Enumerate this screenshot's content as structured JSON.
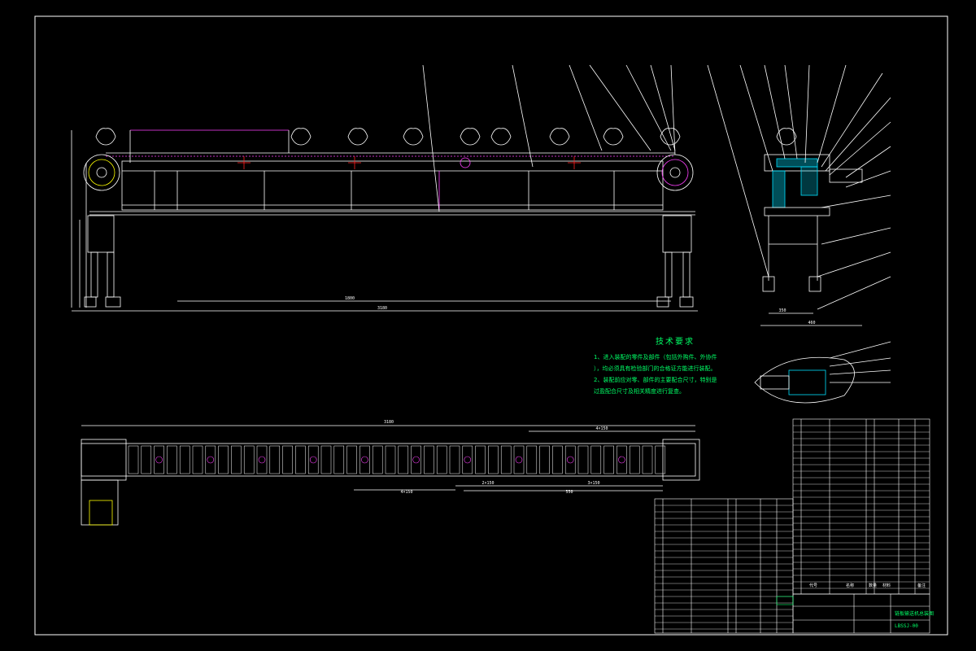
{
  "drawing": {
    "tech_title": "技术要求",
    "tech_notes": [
      "1、进入装配的零件及部件（包括外购件、外协件",
      "），均必须具有检验部门的合格证方能进行装配。",
      "2、装配前应对零、部件的主要配合尺寸，特别是",
      "过盈配合尺寸及相关精度进行复查。"
    ],
    "dims_front": {
      "overall_length": "3180",
      "inner_length": "1800"
    },
    "dims_side": {
      "overall_width": "460",
      "base_width": "350"
    },
    "dims_plan": {
      "overall_length": "3180",
      "seg_a": "4×150",
      "seg_b": "2×150",
      "seg_c": "550",
      "seg_d": "3×150",
      "right_span": "4×150"
    },
    "title_block": {
      "project_name": "链板输送机总装图",
      "drawing_no": "LBSSJ-00",
      "label_code": "代号",
      "label_name": "名称",
      "label_qty": "数量",
      "label_material": "材料",
      "label_remark": "备注"
    },
    "colors": {
      "frame": "#ffffff",
      "leader": "#ffffff",
      "accent_red": "#ff2020",
      "accent_magenta": "#ff40ff",
      "accent_cyan": "#00e0ff",
      "accent_green": "#00ff66",
      "accent_yellow": "#ffff00"
    }
  }
}
